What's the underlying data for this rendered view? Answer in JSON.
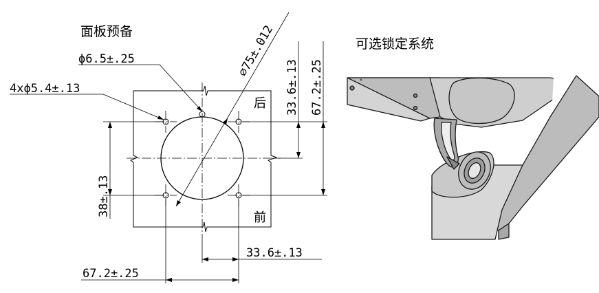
{
  "left_drawing": {
    "title": "面板预备",
    "hole_callout": "ϕ6.5±.25",
    "bolt_callout": "4xϕ5.4±.13",
    "diameter_callout": "⌀75±.012",
    "vertical_inner_dim": "33.6±.13",
    "vertical_outer_dim": "67.2±.25",
    "left_dim": "38±.13",
    "bottom_inner_dim": "33.6±.13",
    "bottom_outer_dim": "67.2±.25",
    "back_label": "后",
    "front_label": "前"
  },
  "right_drawing": {
    "title": "可选锁定系统"
  }
}
